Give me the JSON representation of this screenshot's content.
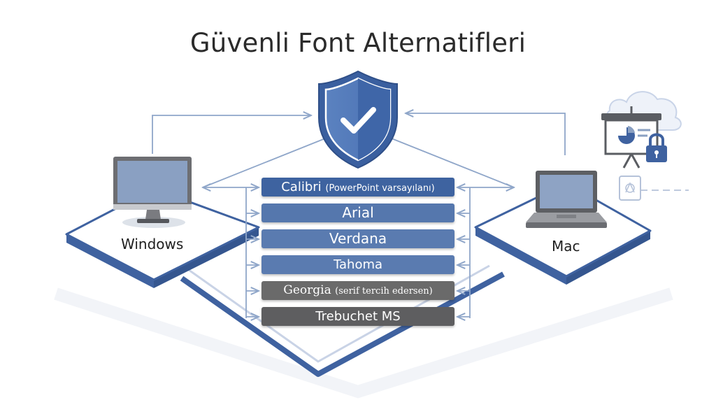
{
  "title": "Güvenli Font Alternatifleri",
  "platforms": {
    "left": "Windows",
    "right": "Mac"
  },
  "fonts": [
    {
      "name": "Calibri",
      "note": "(PowerPoint varsayılanı)",
      "color": "#3e63a0"
    },
    {
      "name": "Arial",
      "note": "",
      "color": "#5577ad"
    },
    {
      "name": "Verdana",
      "note": "",
      "color": "#5a7bb0"
    },
    {
      "name": "Tahoma",
      "note": "",
      "color": "#5a7bb0"
    },
    {
      "name": "Georgia",
      "note": "(serif tercih edersen)",
      "color": "#6a6a6a"
    },
    {
      "name": "Trebuchet MS",
      "note": "",
      "color": "#5e5e60"
    }
  ],
  "icons": {
    "center": "shield-check-icon",
    "left": "desktop-monitor-icon",
    "right": "laptop-icon",
    "extra": [
      "cloud-icon",
      "presentation-board-icon",
      "padlock-icon",
      "safe-icon"
    ]
  },
  "colors": {
    "accent": "#3e63a0",
    "connector": "#8fa6c9",
    "platform_edge": "#3f62a0"
  }
}
